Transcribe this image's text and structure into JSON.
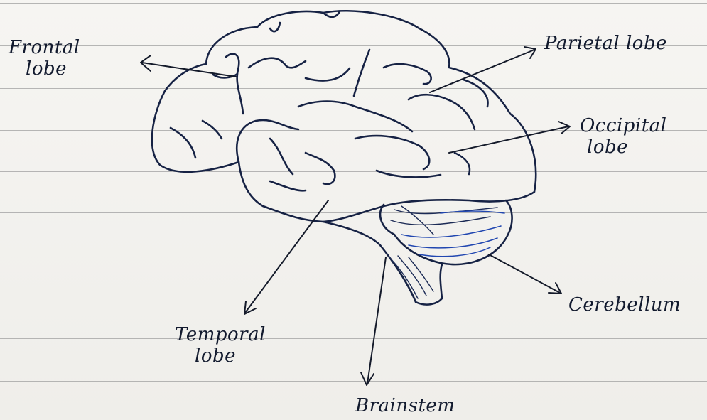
{
  "labels": {
    "frontal": {
      "line1": "Frontal",
      "line2": "lobe"
    },
    "parietal": {
      "line1": "Parietal lobe"
    },
    "occipital": {
      "line1": "Occipital",
      "line2": "lobe"
    },
    "cerebellum": {
      "line1": "Cerebellum"
    },
    "temporal": {
      "line1": "Temporal",
      "line2": "lobe"
    },
    "brainstem": {
      "line1": "Brainstem"
    }
  },
  "colors": {
    "ink": "#162244",
    "cerebellum_shading": "#2046b0",
    "paper": "#f3f2ef",
    "rule_lines": "#a9a9a9"
  }
}
